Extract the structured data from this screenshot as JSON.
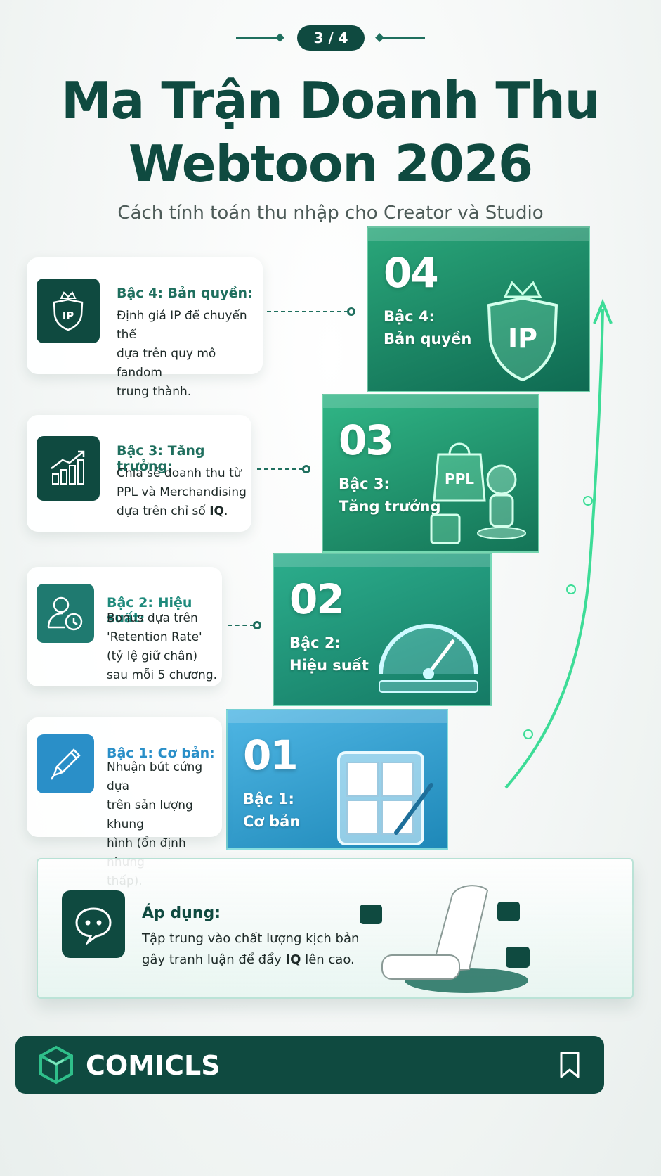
{
  "page_indicator": "3 / 4",
  "title_line1": "Ma Trận Doanh Thu",
  "title_line2": "Webtoon 2026",
  "subtitle": "Cách tính toán thu nhập cho Creator và Studio",
  "cards": [
    {
      "title": "Bậc 4: Bản quyền:",
      "text": "Định giá IP để chuyển thể\ndựa trên quy mô fandom\ntrung thành.",
      "icon": "ip-shield-icon"
    },
    {
      "title": "Bậc 3: Tăng trưởng:",
      "text_parts": [
        "Chia sẻ doanh thu từ\nPPL và Merchandising\ndựa trên chỉ số ",
        "IQ",
        "."
      ],
      "icon": "growth-chart-icon"
    },
    {
      "title": "Bậc 2: Hiệu suất:",
      "text": "Bonus dựa trên\n'Retention Rate'\n(tỷ lệ giữ chân)\nsau mỗi 5 chương.",
      "icon": "user-clock-icon"
    },
    {
      "title": "Bậc 1: Cơ bản:",
      "text": "Nhuận bút cứng dựa\ntrên sản lượng khung\nhình (ổn định nhưng\nthấp).",
      "icon": "pencil-icon"
    }
  ],
  "steps": [
    {
      "number": "04",
      "label": "Bậc 4:\nBản quyền",
      "art": "IP"
    },
    {
      "number": "03",
      "label": "Bậc 3:\nTăng trưởng",
      "art": "PPL"
    },
    {
      "number": "02",
      "label": "Bậc 2:\nHiệu suất"
    },
    {
      "number": "01",
      "label": "Bậc 1:\nCơ bản"
    }
  ],
  "apply": {
    "title": "Áp dụng:",
    "text_parts": [
      "Tập trung vào chất lượng kịch bản\ngây tranh luận để đẩy ",
      "IQ",
      " lên cao."
    ]
  },
  "brand": "COMICLS",
  "colors": {
    "primary": "#0f4a40",
    "accent": "#2fbf8a",
    "blue": "#2a8fc8"
  }
}
